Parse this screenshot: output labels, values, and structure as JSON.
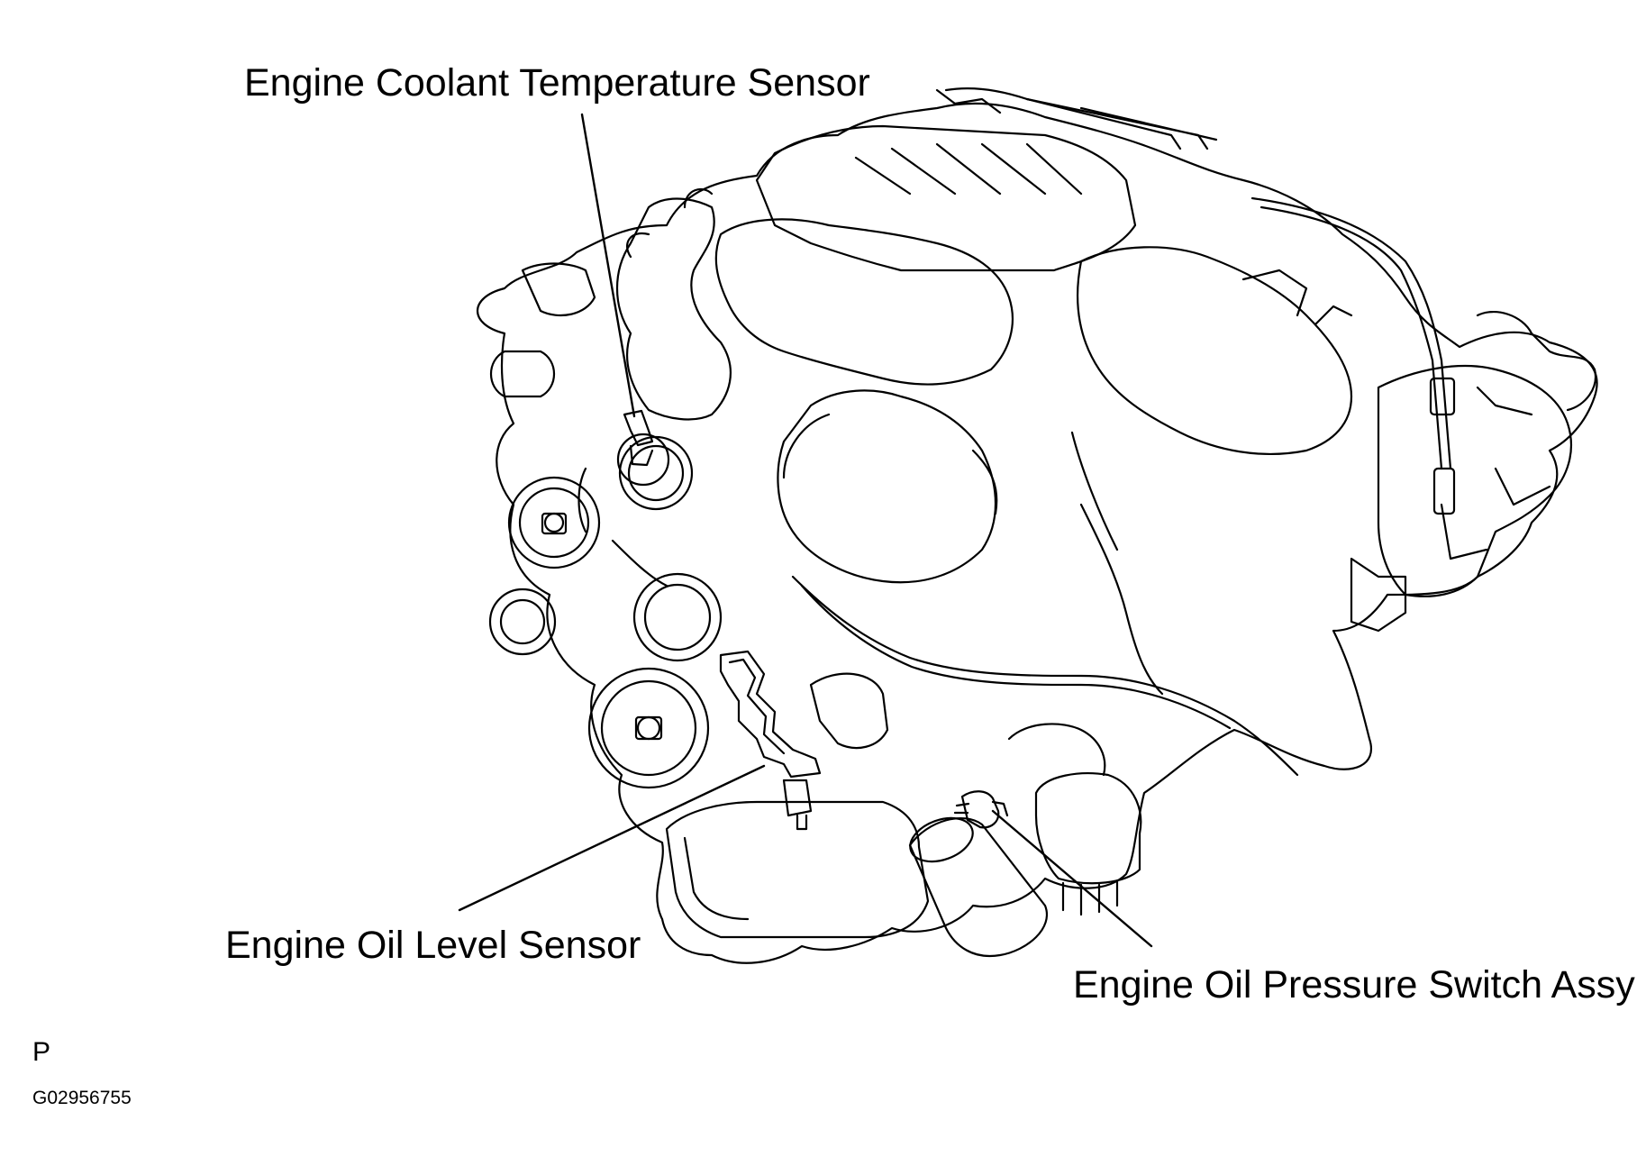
{
  "callouts": {
    "coolant_sensor": "Engine Coolant Temperature Sensor",
    "oil_level_sensor": "Engine Oil Level Sensor",
    "oil_pressure_switch": "Engine Oil Pressure Switch Assy"
  },
  "footer": {
    "view_letter": "P",
    "figure_code": "G02956755"
  },
  "colors": {
    "line": "#000000",
    "background": "#ffffff"
  }
}
